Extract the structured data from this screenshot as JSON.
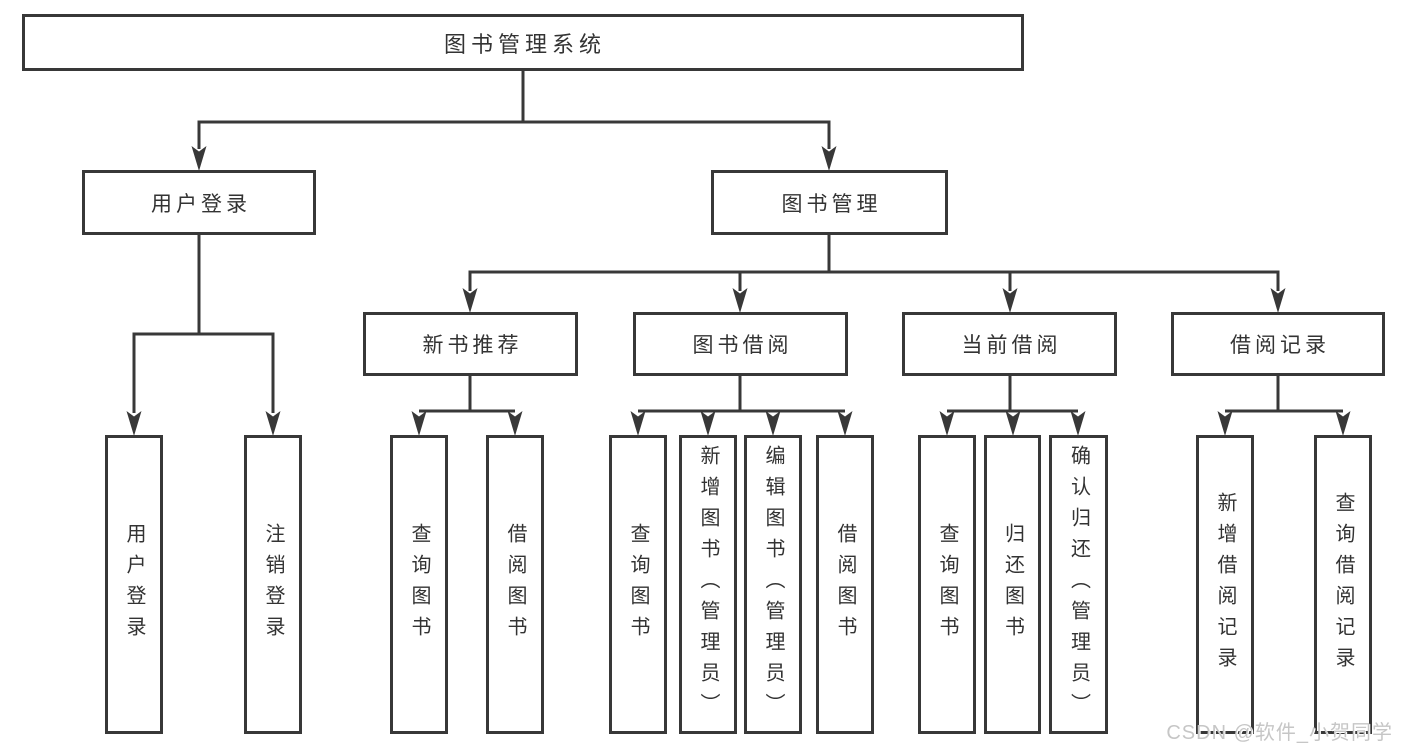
{
  "watermark": "CSDN @软件_小贺同学",
  "colors": {
    "line": "#383838",
    "box_border": "#383838",
    "text": "#333333",
    "background": "#ffffff",
    "watermark": "#c6c6c6"
  },
  "nodes": {
    "root": {
      "label": "图书管理系统"
    },
    "level2": [
      {
        "label": "用户登录"
      },
      {
        "label": "图书管理"
      }
    ],
    "level3": [
      {
        "label": "新书推荐",
        "parent": "图书管理"
      },
      {
        "label": "图书借阅",
        "parent": "图书管理"
      },
      {
        "label": "当前借阅",
        "parent": "图书管理"
      },
      {
        "label": "借阅记录",
        "parent": "图书管理"
      }
    ],
    "leaves": [
      {
        "label": "用户登录",
        "parent": "用户登录"
      },
      {
        "label": "注销登录",
        "parent": "用户登录"
      },
      {
        "label": "查询图书",
        "parent": "新书推荐"
      },
      {
        "label": "借阅图书",
        "parent": "新书推荐"
      },
      {
        "label": "查询图书",
        "parent": "图书借阅"
      },
      {
        "label": "新增图书（管理员）",
        "parent": "图书借阅"
      },
      {
        "label": "编辑图书（管理员）",
        "parent": "图书借阅"
      },
      {
        "label": "借阅图书",
        "parent": "图书借阅"
      },
      {
        "label": "查询图书",
        "parent": "当前借阅"
      },
      {
        "label": "归还图书",
        "parent": "当前借阅"
      },
      {
        "label": "确认归还（管理员）",
        "parent": "当前借阅"
      },
      {
        "label": "新增借阅记录",
        "parent": "借阅记录"
      },
      {
        "label": "查询借阅记录",
        "parent": "借阅记录"
      }
    ]
  }
}
